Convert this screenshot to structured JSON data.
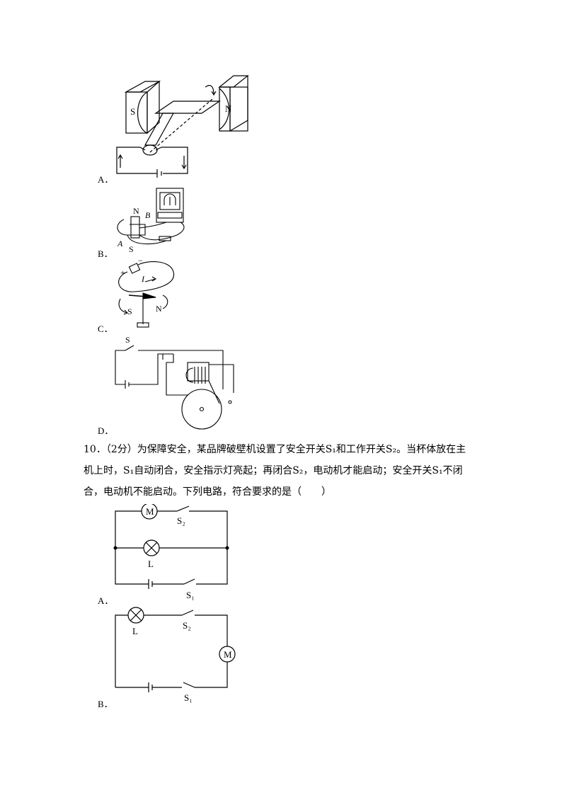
{
  "options_prev": {
    "a": "A．",
    "b": "B．",
    "c": "C．",
    "d": "D．"
  },
  "fig_a": {
    "s": "S",
    "n": "N"
  },
  "fig_b": {
    "n": "N",
    "b": "B",
    "a": "A",
    "s": "S"
  },
  "fig_c": {
    "plus": "+",
    "minus": "−",
    "i": "I",
    "s": "S",
    "n": "N"
  },
  "fig_d": {
    "s": "S"
  },
  "question": {
    "line1": "10．（2分）为保障安全，某品牌破壁机设置了安全开关S₁和工作开关S₂。当杯体放在主",
    "line2": "机上时，S₁自动闭合，安全指示灯亮起；再闭合S₂，电动机才能启动；安全开关S₁不闭",
    "line3": "合，电动机不能启动。下列电路，符合要求的是（　　）"
  },
  "circuit_a": {
    "m": "M",
    "s2": "S₂",
    "l": "L",
    "s1": "S₁",
    "label": "A．"
  },
  "circuit_b": {
    "l": "L",
    "s2": "S₂",
    "m": "M",
    "s1": "S₁",
    "label": "B．"
  }
}
